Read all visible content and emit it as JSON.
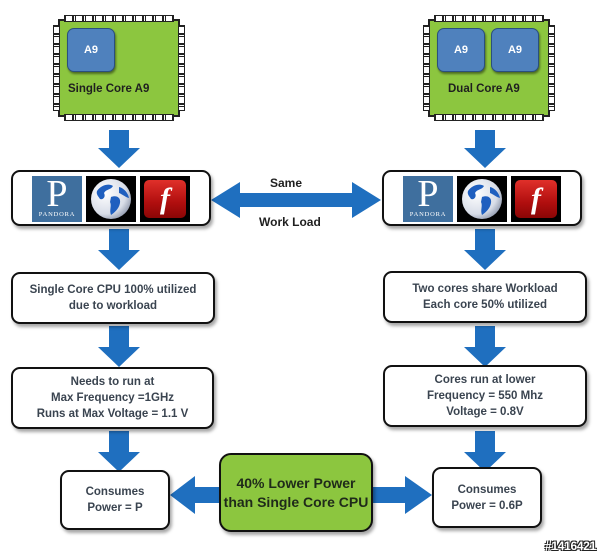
{
  "left_column": {
    "chip": {
      "title": "Single Core A9",
      "cores": [
        "A9"
      ]
    },
    "apps": [
      "Pandora",
      "Web Browser",
      "Flash"
    ],
    "pandora_text": {
      "letter": "P",
      "name": "PANDORA"
    },
    "flash_glyph": "f",
    "utilization": [
      "Single Core CPU 100% utilized",
      "due to workload"
    ],
    "frequency": [
      "Needs to run at",
      "Max Frequency =1GHz",
      "Runs at Max Voltage = 1.1 V"
    ],
    "power": [
      "Consumes",
      "Power = P"
    ]
  },
  "right_column": {
    "chip": {
      "title": "Dual Core A9",
      "cores": [
        "A9",
        "A9"
      ]
    },
    "apps": [
      "Pandora",
      "Web Browser",
      "Flash"
    ],
    "pandora_text": {
      "letter": "P",
      "name": "PANDORA"
    },
    "flash_glyph": "f",
    "utilization": [
      "Two cores share Workload",
      "Each core 50% utilized"
    ],
    "frequency": [
      "Cores  run at lower",
      "Frequency = 550 Mhz",
      "Voltage = 0.8V"
    ],
    "power": [
      "Consumes",
      "Power = 0.6P"
    ]
  },
  "center": {
    "workload_label_top": "Same",
    "workload_label_bottom": "Work Load",
    "result": [
      "40% Lower Power",
      "than Single Core CPU"
    ]
  },
  "colors": {
    "chip_green": "#8cc63f",
    "core_blue": "#4f81bd",
    "arrow_blue": "#1f6fbf"
  },
  "watermark": "#1416421"
}
